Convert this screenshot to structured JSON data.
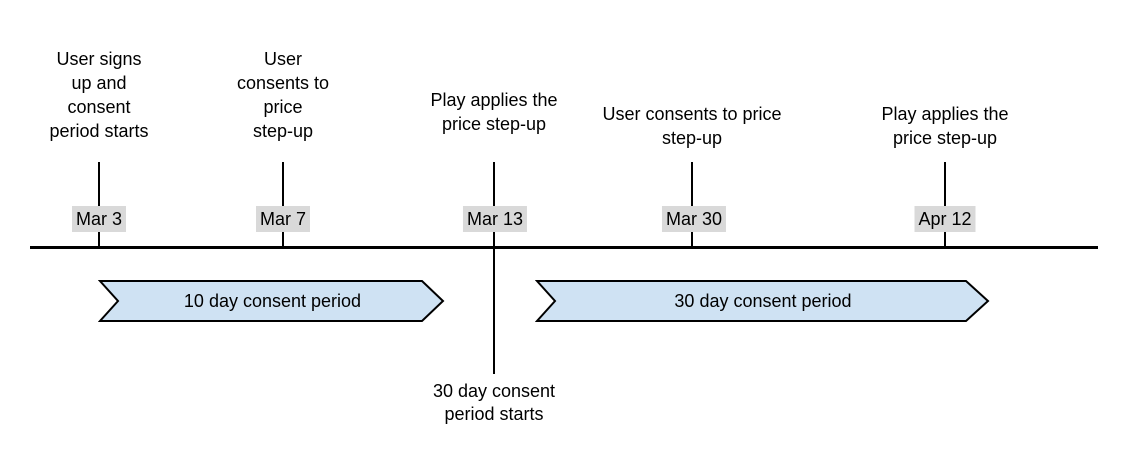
{
  "timeline": {
    "events": [
      {
        "date": "Mar 3",
        "label": "User signs\nup and\nconsent\nperiod starts"
      },
      {
        "date": "Mar 7",
        "label": "User\nconsents to\nprice\nstep-up"
      },
      {
        "date": "Mar 13",
        "label": "Play applies the\nprice step-up"
      },
      {
        "date": "Mar 30",
        "label": "User consents to price\nstep-up"
      },
      {
        "date": "Apr 12",
        "label": "Play applies the\nprice step-up"
      }
    ],
    "periods": [
      {
        "label": "10 day consent period"
      },
      {
        "label": "30 day consent period"
      }
    ],
    "annotation": "30 day consent\nperiod starts",
    "colors": {
      "period_fill": "#cfe2f3",
      "period_border": "#000000",
      "date_badge_bg": "#d9d9d9",
      "axis_line": "#000000",
      "text": "#000000",
      "background": "#ffffff"
    }
  }
}
